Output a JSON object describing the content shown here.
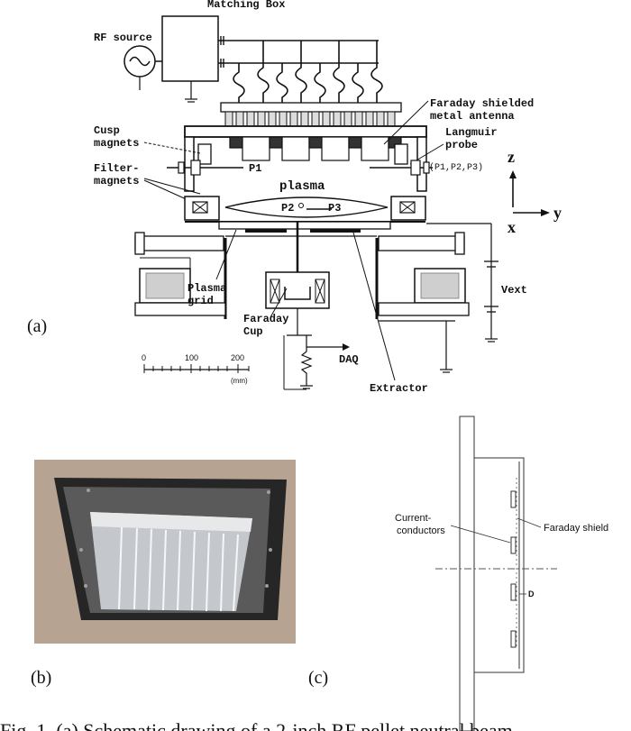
{
  "panel_a": {
    "matching_box": "Matching Box",
    "rf_source": "RF source",
    "faraday_antenna": [
      "Faraday shielded",
      "metal antenna"
    ],
    "cusp_magnets": [
      "Cusp",
      "magnets"
    ],
    "langmuir_probe": [
      "Langmuir",
      "probe",
      "(P1,P2,P3)"
    ],
    "filter_magnets": [
      "Filter-",
      "magnets"
    ],
    "plasma": "plasma",
    "p1": "P1",
    "p2": "P2",
    "p3": "P3",
    "plasma_grid": [
      "Plasma",
      "grid"
    ],
    "faraday_cup": [
      "Faraday",
      "Cup"
    ],
    "vext": "Vext",
    "daq": "DAQ",
    "extractor": "Extractor",
    "scale_ticks": [
      "0",
      "100",
      "200"
    ],
    "scale_unit": "(mm)",
    "axis_z": "z",
    "axis_y": "y",
    "axis_x": "x",
    "label": "(a)"
  },
  "panel_b": {
    "label": "(b)"
  },
  "panel_c": {
    "label": "(c)",
    "current_conductors": [
      "Current-",
      "conductors"
    ],
    "faraday_shield": "Faraday shield",
    "d": "D"
  },
  "caption_partial": "Fig. 1. (a) Schematic drawing of a 2-inch RF pellet neutral beam"
}
